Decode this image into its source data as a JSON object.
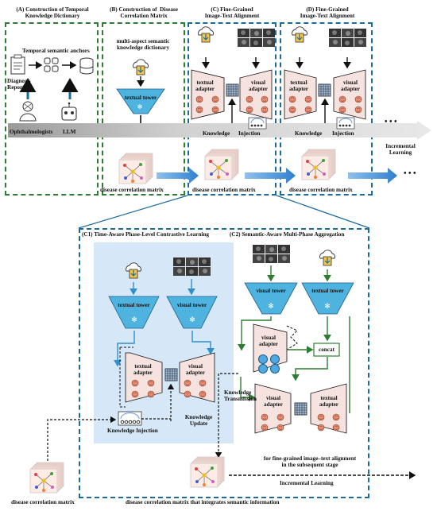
{
  "panels": {
    "A": {
      "title": "(A) Construction of Temporal\nKnowledge Dictionary",
      "anchors": "Temporal semantic anchors",
      "report": "Diagnosis\nReport",
      "ophth": "Ophthalmologists",
      "llm": "LLM"
    },
    "B": {
      "title": "(B) Construction of  Disease\nCorrelation Matrix",
      "dict": "multi-aspect semantic\nknowledge dictionary",
      "tower": "textual tower",
      "matrix": "disease correlation matrix"
    },
    "C": {
      "title": "(C) Fine-Grained\nImage-Text Alignment",
      "textual": "textual\nadapter",
      "visual": "visual\nadapter",
      "matrix": "disease correlation matrix"
    },
    "D": {
      "title": "(D) Fine-Grained\nImage-Text Alignment",
      "textual": "textual\nadapter",
      "visual": "visual\nadapter",
      "matrix": "disease correlation matrix"
    },
    "band": {
      "knowledge": "Knowledge",
      "injection": "Injection",
      "incremental": "Incremental\nLearning",
      "dots": "• • •"
    }
  },
  "bottom": {
    "c1_title": "(C1) Time-Aware Phase-Level Contrastive Learning",
    "c2_title": "(C2) Semantic-Aware Multi-Phase Aggregation",
    "textual_tower": "textual tower",
    "visual_tower": "visual tower",
    "textual_adapter": "textual\nadapter",
    "visual_adapter": "visual\nadapter",
    "knowledge_injection": "Knowledge Injection",
    "knowledge_update": "Knowledge\nUpdate",
    "knowledge_transmission": "Knowledge\nTransmission",
    "concat": "concat",
    "note": "for fine-grained image–text alignment\nin the subsequent stage",
    "incremental": "Incremental Learning",
    "matrix_left": "disease correlation matrix",
    "matrix_center": "disease correlation matrix that integrates semantic information"
  },
  "colors": {
    "green": "#2e7d32",
    "blue": "#1b6a9c",
    "light_blue_bg": "#d6e8f7",
    "tower": "#4fb3e0",
    "arrow_blue": "#3a86d8",
    "adapter": "#f6e3df",
    "band": "#c8c8c8"
  }
}
